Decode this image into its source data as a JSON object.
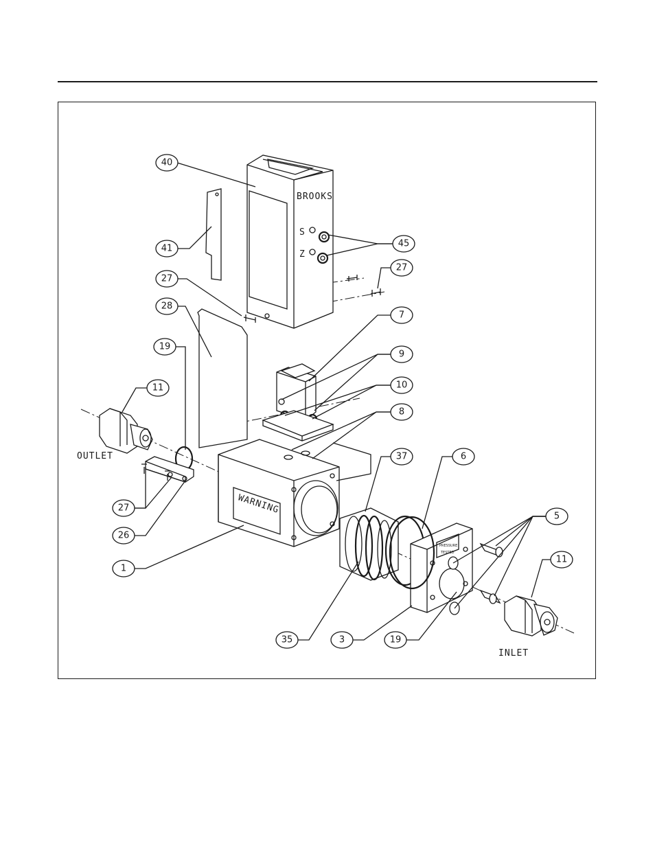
{
  "labels": {
    "outlet": "OUTLET",
    "inlet": "INLET",
    "brand": "BROOKS",
    "warning": "WARNING",
    "span_mark": "S",
    "zero_mark": "Z"
  },
  "callouts": [
    "40",
    "41",
    "27",
    "28",
    "19",
    "11",
    "27",
    "26",
    "1",
    "45",
    "27",
    "7",
    "9",
    "10",
    "8",
    "37",
    "6",
    "5",
    "11",
    "35",
    "3",
    "19"
  ]
}
